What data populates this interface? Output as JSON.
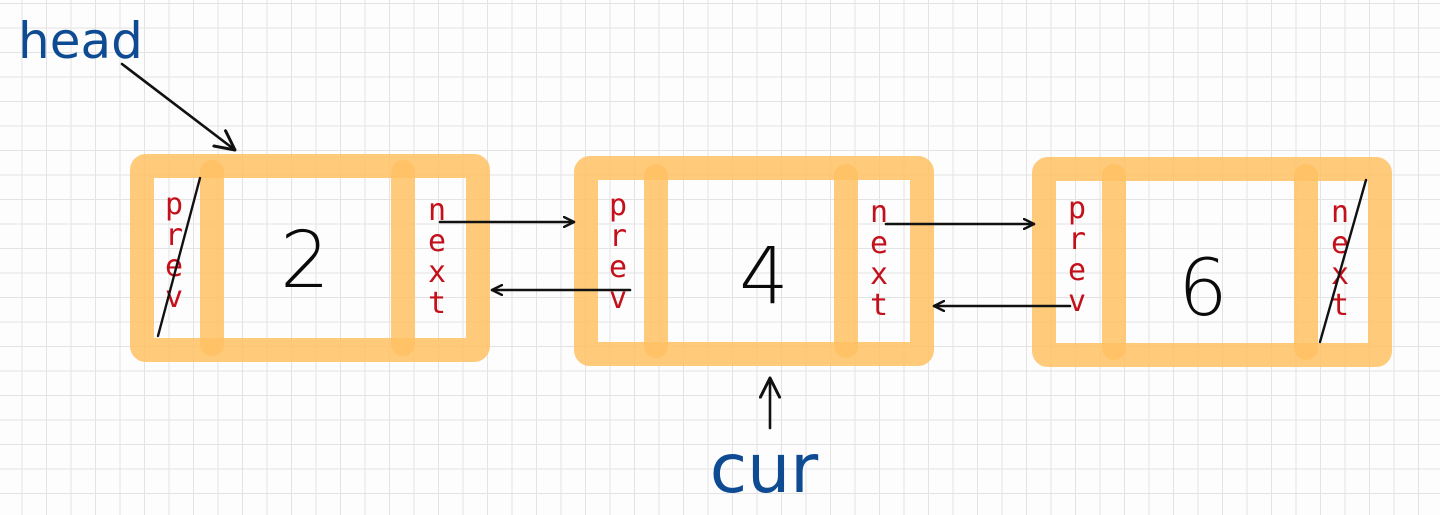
{
  "diagram": {
    "head_label": "head",
    "cur_label": "cur",
    "prev_label": "prev",
    "next_label": "next",
    "nodes": [
      {
        "value": "2"
      },
      {
        "value": "4"
      },
      {
        "value": "6"
      }
    ]
  },
  "colors": {
    "node_highlight": "#ffc163",
    "field_text": "#c4101a",
    "pointer_text": "#0f4b93",
    "ink": "#111111",
    "grid": "#e3e3e3"
  }
}
